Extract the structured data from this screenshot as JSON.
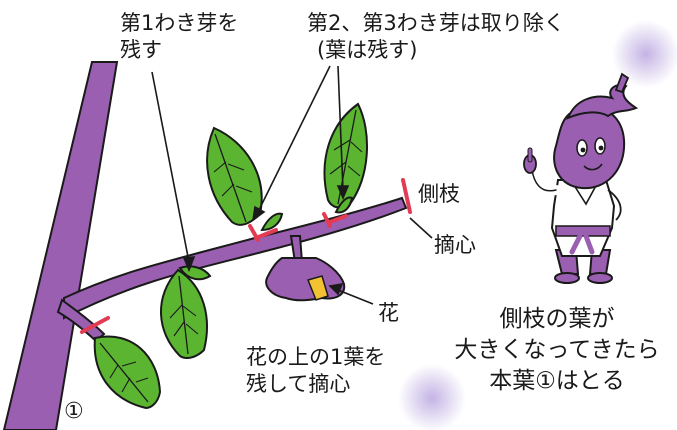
{
  "labels": {
    "first_bud_line1": "第1わき芽を",
    "first_bud_line2": "残す",
    "second_third_line1": "第2、第3わき芽は取り除く",
    "second_third_line2": "(葉は残す)",
    "side_branch": "側枝",
    "pinch": "摘心",
    "flower": "花",
    "leaf_above_line1": "花の上の1葉を",
    "leaf_above_line2": "残して摘心",
    "side_leaf_line1": "側枝の葉が",
    "side_leaf_line2": "大きくなってきたら",
    "side_leaf_line3": "本葉①はとる",
    "leaf_number": "①"
  },
  "colors": {
    "stem": "#9a5fb1",
    "leaf": "#5cb531",
    "outline": "#1a1a1a",
    "cut_mark": "#e23b54",
    "flower_yellow": "#f2c233",
    "glow": "#b9a6e0"
  },
  "icons": {
    "mascot": "eggplant-character-icon"
  }
}
